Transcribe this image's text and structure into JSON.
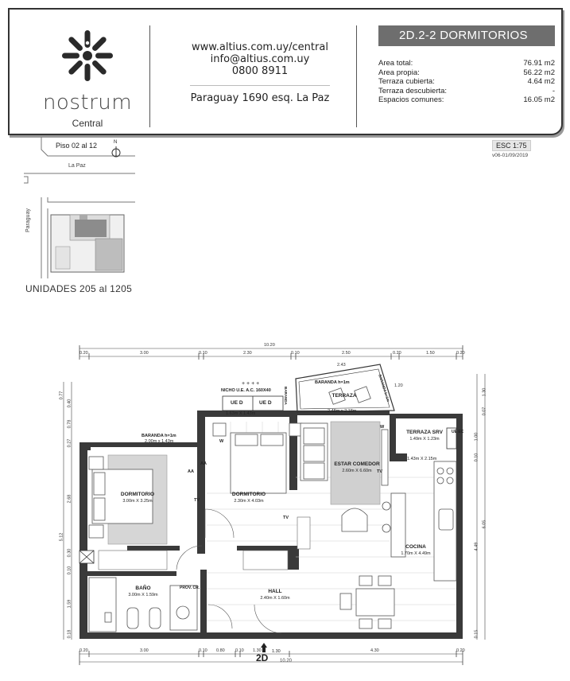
{
  "brand": {
    "name": "nostrum",
    "subtitle": "Central"
  },
  "contact": {
    "web": "www.altius.com.uy/central",
    "email": "info@altius.com.uy",
    "phone": "0800 8911",
    "address": "Paraguay 1690 esq. La Paz"
  },
  "unit": {
    "title": "2D.2-2 DORMITORIOS",
    "areas": [
      {
        "label": "Area total:",
        "value": "76.91 m2"
      },
      {
        "label": "Area propia:",
        "value": "56.22 m2"
      },
      {
        "label": "Terraza cubierta:",
        "value": "4.64 m2"
      },
      {
        "label": "Terraza descubierta:",
        "value": "-"
      },
      {
        "label": "Espacios comunes:",
        "value": "16.05 m2"
      }
    ],
    "scale": "ESC 1:75",
    "version": "v06-01/09/2019"
  },
  "location": {
    "floor": "Piso 02 al 12",
    "north": "N",
    "street_top": "La Paz",
    "street_left": "Paraguay",
    "units": "UNIDADES 205 al 1205"
  },
  "plan": {
    "code": "2D",
    "rooms": {
      "dormitorio1": {
        "name": "DORMITORIO",
        "dim": "3.00m X 3.25m"
      },
      "dormitorio2": {
        "name": "DORMITORIO",
        "dim": "2.30m X 4.03m"
      },
      "estar": {
        "name": "ESTAR COMEDOR",
        "dim": "2.60m X 6.60m"
      },
      "terraza": {
        "name": "TERRAZA",
        "dim": "2.48m x 2.18m"
      },
      "terraza_srv": {
        "name": "TERRAZA SRV",
        "dim": "1.49m X 1.23m"
      },
      "cocina": {
        "name": "COCINA",
        "dim": "1.70m X 4.49m"
      },
      "bano": {
        "name": "BAÑO",
        "dim": "3.00m X 1.59m"
      },
      "hall": {
        "name": "HALL",
        "dim": "2.40m X 1.60m"
      }
    },
    "labels": {
      "nicho": "NICHO U.E. A.C. 160X40",
      "ue1": "UE D",
      "ue2": "UE D",
      "ue_dim": "1.63m X 1.43m",
      "baranda1": "BARANDA h=1m",
      "baranda1_dim": "2.00m x 1.43m",
      "baranda_terraza": "BARANDA h=1m",
      "baranda_side1": "BARANDA",
      "baranda_side2": "BARANDA h=1m",
      "ue_ec": "UE EC",
      "tsrv_dim2": "1.43m X 2.15m",
      "tv1": "TV",
      "tv2": "TV",
      "tv3": "TV",
      "wa1": "AA",
      "wa2": "AA",
      "w1": "W",
      "w2": "W",
      "prov": "PROV. CR.",
      "entry_dim": "1.30"
    },
    "dims_top": [
      "0.20",
      "3.00",
      "0.10",
      "2.30",
      "0.10",
      "2.50",
      "0.20",
      "1.50",
      "0.20"
    ],
    "dims_top_total": "10.20",
    "dims_bottom": [
      "0.20",
      "3.00",
      "0.10",
      "0.80",
      "0.10",
      "1.30",
      "4.30",
      "0.20"
    ],
    "dims_bottom_total": "10.20",
    "dims_left": [
      "0.77",
      "0.40",
      "0.78",
      "0.27",
      "2.68",
      "5.12",
      "0.30",
      "0.10",
      "1.59",
      "0.18"
    ],
    "dims_right": [
      "1.30",
      "0.07",
      "1.00",
      "0.10",
      "4.49",
      "0.15",
      "6.05"
    ],
    "terraza_top_dim": "2.43",
    "terraza_side_dim": "1.20"
  }
}
